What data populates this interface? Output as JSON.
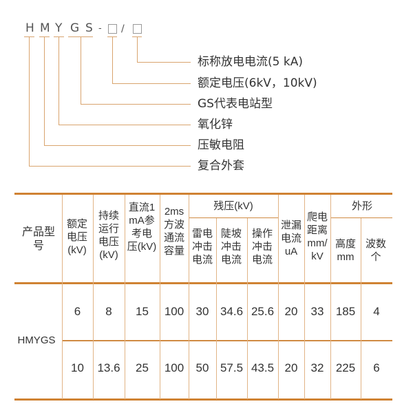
{
  "model_code": {
    "letters": [
      "H",
      "M",
      "Y",
      "G",
      "S"
    ],
    "dash": "-",
    "slash": "/"
  },
  "legend": [
    "标称放电电流(5 kA)",
    "额定电压(6kV，10kV)",
    "GS代表电站型",
    "氧化锌",
    "压敏电阻",
    "复合外套"
  ],
  "table": {
    "headers": {
      "model": "产品型号",
      "rated_voltage": "额定电压(kV)",
      "continuous_voltage": "持续运行电压(kV)",
      "dc_ref_voltage": "直流1mA参考电压(kV)",
      "square_wave": "2ms方波通流容量",
      "residual_group": "残压(kV)",
      "lightning": "雷电冲击电流",
      "steep": "陡坡冲击电流",
      "switching": "操作冲击电流",
      "leakage": "泄漏电流uA",
      "creepage": "爬电距离mm/kV",
      "shape_group": "外形",
      "height": "高度mm",
      "sheds": "波数个"
    },
    "model": "HMYGS",
    "rows": [
      [
        "6",
        "8",
        "15",
        "100",
        "30",
        "34.6",
        "25.6",
        "20",
        "33",
        "185",
        "4"
      ],
      [
        "10",
        "13.6",
        "25",
        "100",
        "50",
        "57.5",
        "43.5",
        "20",
        "32",
        "225",
        "6"
      ]
    ]
  }
}
